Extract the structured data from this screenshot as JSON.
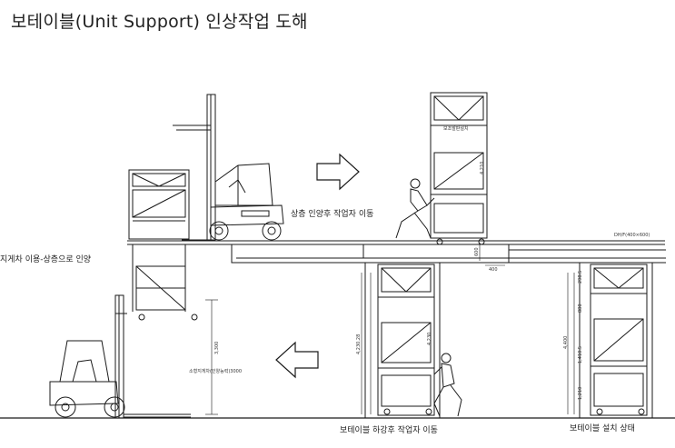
{
  "title": "보테이블(Unit Support) 인상작업 도해",
  "labels": {
    "left_lift": "지게차 이용-상층으로 인양",
    "upper_move": "상층 인양후 작업자 이동",
    "lower_move": "보테이블 하강후 작업자 이동",
    "installed": "보테이블 설치 상태"
  },
  "dims": {
    "d3300": "3,300",
    "note_mid": "소형지게차(인양능력)3000",
    "d4230_a": "4,230.28",
    "d4230_b": "4,230",
    "d4400": "4,400",
    "d600": "600",
    "d400": "400",
    "d1210": "1,210",
    "d1410": "1,410.5",
    "d880": "880",
    "d298": "298.5",
    "d4210": "4,210",
    "slab_note": "DH/F(400×600)",
    "beam_tag": "보조발판설치"
  },
  "colors": {
    "line": "#1a1a1a",
    "accent": "#d33"
  }
}
